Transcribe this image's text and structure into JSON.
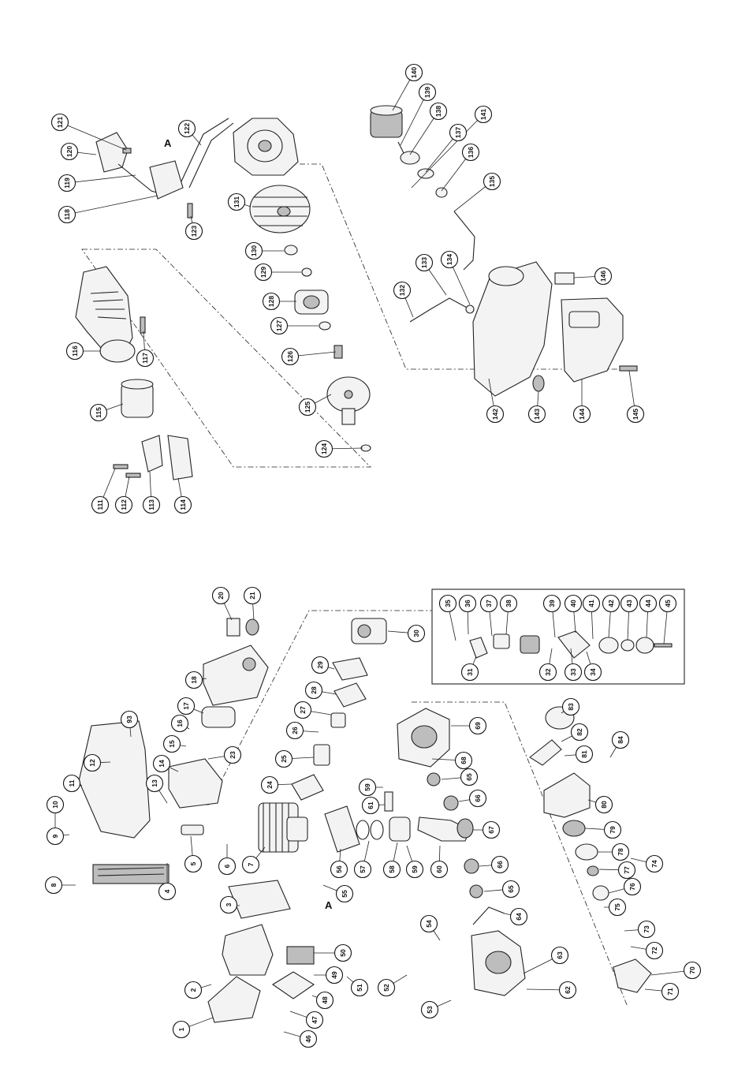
{
  "callouts": {
    "c1": "1",
    "c2": "2",
    "c3": "3",
    "c4": "4",
    "c5": "5",
    "c6": "6",
    "c7": "7",
    "c8": "8",
    "c9": "9",
    "c10": "10",
    "c11": "11",
    "c12": "12",
    "c13": "13",
    "c14": "14",
    "c15": "15",
    "c16": "16",
    "c17": "17",
    "c18": "18",
    "c20": "20",
    "c21": "21",
    "c23": "23",
    "c24": "24",
    "c25": "25",
    "c26": "26",
    "c27": "27",
    "c28": "28",
    "c29": "29",
    "c30": "30",
    "c31": "31",
    "c32": "32",
    "c33": "33",
    "c34": "34",
    "c35": "35",
    "c36": "36",
    "c37": "37",
    "c38": "38",
    "c39": "39",
    "c40": "40",
    "c41": "41",
    "c42": "42",
    "c43": "43",
    "c44": "44",
    "c45": "45",
    "c46": "46",
    "c47": "47",
    "c48": "48",
    "c49": "49",
    "c50": "50",
    "c51": "51",
    "c52": "52",
    "c53": "53",
    "c54": "54",
    "c55": "55",
    "c56": "56",
    "c57": "57",
    "c58": "58",
    "c59a": "59",
    "c59b": "59",
    "c60": "60",
    "c61": "61",
    "c62": "62",
    "c63": "63",
    "c64": "64",
    "c65a": "65",
    "c65b": "65",
    "c66a": "66",
    "c66b": "66",
    "c67": "67",
    "c68": "68",
    "c69": "69",
    "c70": "70",
    "c71": "71",
    "c72": "72",
    "c73": "73",
    "c74": "74",
    "c75": "75",
    "c76": "76",
    "c77": "77",
    "c78": "78",
    "c79": "79",
    "c80": "80",
    "c81": "81",
    "c82": "82",
    "c83": "83",
    "c84": "84",
    "c93": "93",
    "c111": "111",
    "c112": "112",
    "c113": "113",
    "c114": "114",
    "c115": "115",
    "c116": "116",
    "c117": "117",
    "c118": "118",
    "c119": "119",
    "c120": "120",
    "c121": "121",
    "c122": "122",
    "c123": "123",
    "c124": "124",
    "c125": "125",
    "c126": "126",
    "c127": "127",
    "c128": "128",
    "c129": "129",
    "c130": "130",
    "c131": "131",
    "c132": "132",
    "c133": "133",
    "c134": "134",
    "c135": "135",
    "c136": "136",
    "c137": "137",
    "c138": "138",
    "c139": "139",
    "c140": "140",
    "c141": "141",
    "c142": "142",
    "c143": "143",
    "c144": "144",
    "c145": "145",
    "c146": "146"
  },
  "markers": {
    "connector_a_top": "A",
    "connector_a_bottom": "A"
  }
}
